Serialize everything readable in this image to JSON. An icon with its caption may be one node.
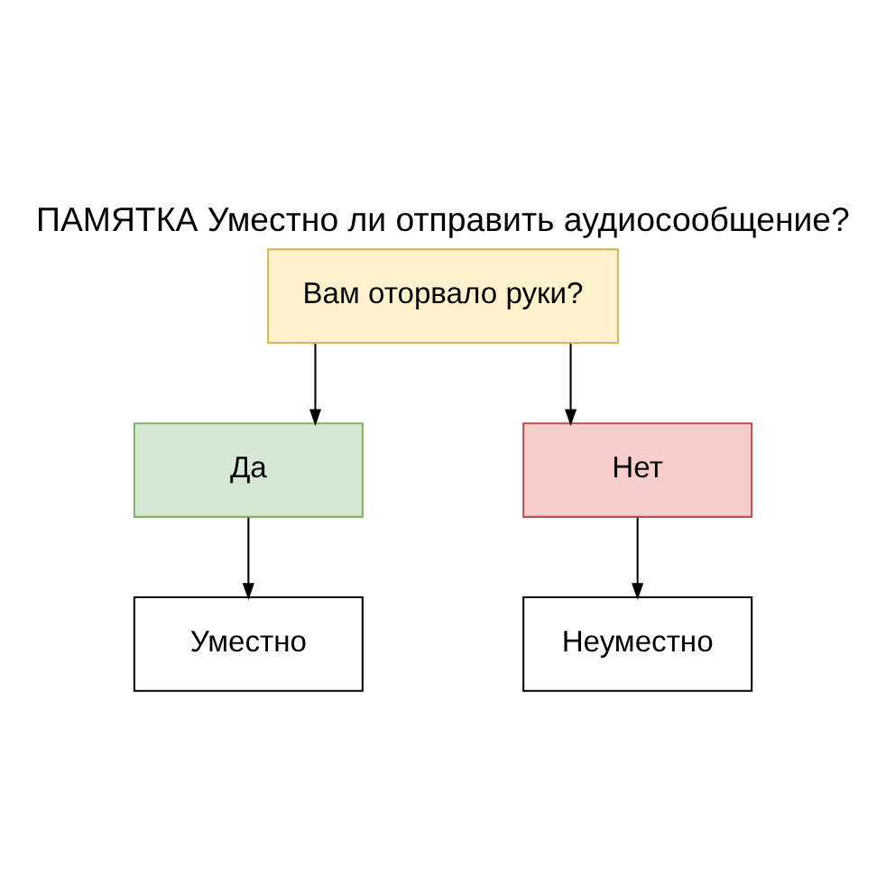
{
  "diagram": {
    "title": "ПАМЯТКА Уместно ли отправить аудиосообщение?",
    "nodes": [
      {
        "text": [
          "Вам оторвало руки?"
        ]
      },
      {
        "text": [
          "Да"
        ]
      },
      {
        "text": [
          "Нет"
        ]
      },
      {
        "text": [
          "Уместно"
        ]
      },
      {
        "text": [
          "Неуместно"
        ]
      }
    ],
    "edges": [
      {
        "from": 0,
        "to": 1,
        "arrow": "to"
      },
      {
        "from": 0,
        "to": 2,
        "arrow": "to"
      },
      {
        "from": 1,
        "to": 3,
        "arrow": "to"
      },
      {
        "from": 2,
        "to": 4,
        "arrow": "to"
      }
    ]
  }
}
